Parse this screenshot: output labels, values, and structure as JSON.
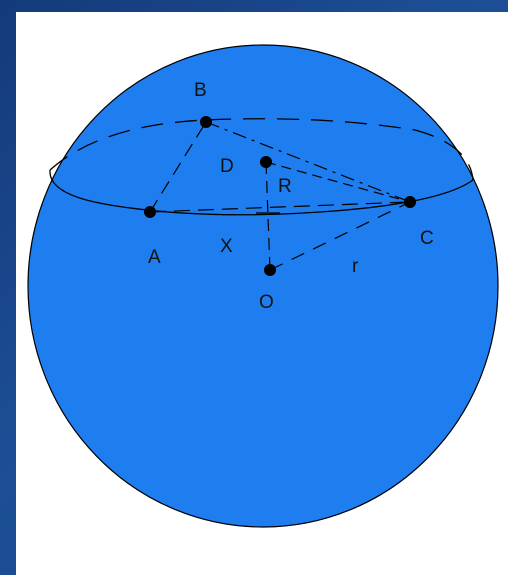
{
  "diagram": {
    "colors": {
      "sphere_fill": "#1e7ef0",
      "outline": "#000000",
      "background_panel": "#ffffff"
    },
    "points": {
      "A": "A",
      "B": "B",
      "C": "C",
      "D": "D",
      "O": "O"
    },
    "segment_labels": {
      "R": "R",
      "X": "X",
      "r": "r"
    }
  }
}
